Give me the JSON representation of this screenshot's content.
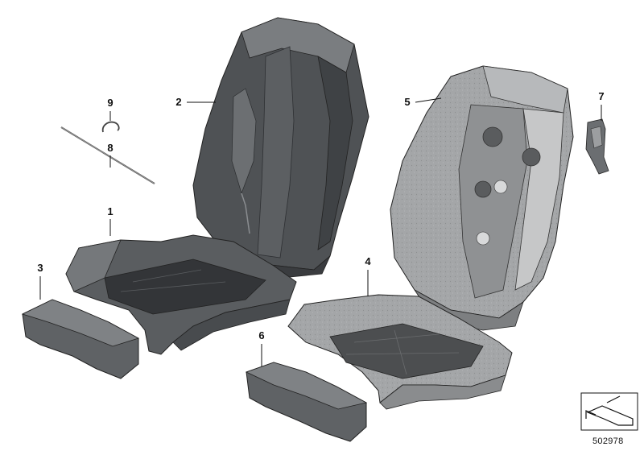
{
  "callouts": {
    "c1": "1",
    "c2": "2",
    "c3": "3",
    "c4": "4",
    "c5": "5",
    "c6": "6",
    "c7": "7",
    "c8": "8",
    "c9": "9"
  },
  "reference_number": "502978",
  "colors": {
    "upholstery_dark": "#4b4e51",
    "upholstery_mid": "#6a6d70",
    "upholstery_light": "#8c8f92",
    "foam_grey": "#9a9c9e",
    "foam_light": "#c3c4c5",
    "outline": "#222222"
  }
}
